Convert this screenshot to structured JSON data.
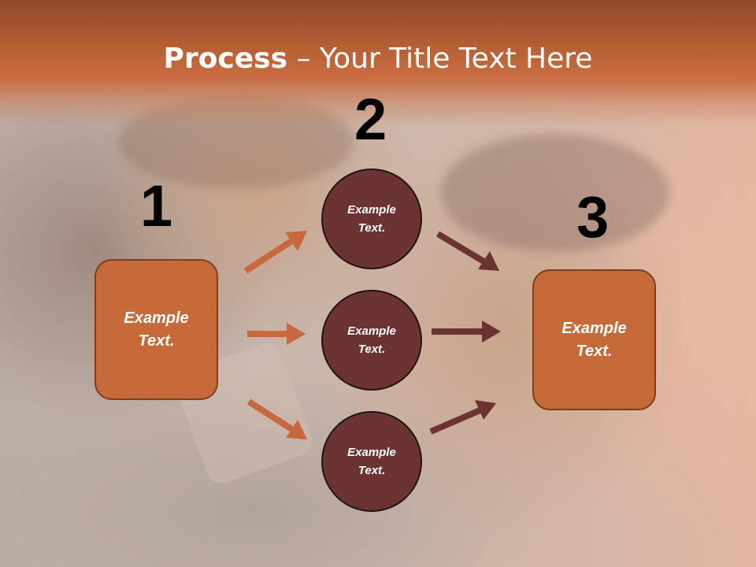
{
  "slide": {
    "title_bold": "Process",
    "title_rest": " – Your Title Text Here",
    "colors": {
      "title_bar": "#c86e42",
      "box_fill": "#c66a3a",
      "circle_fill": "#6b3331",
      "arrow_orange": "#c8683e",
      "arrow_dark": "#6b3331"
    }
  },
  "steps": [
    {
      "number": "1",
      "box_label": "Example\nText."
    },
    {
      "number": "2",
      "circles": [
        "Example\nText.",
        "Example\nText.",
        "Example\nText."
      ]
    },
    {
      "number": "3",
      "box_label": "Example\nText."
    }
  ],
  "step1_line1": "Example",
  "step1_line2": "Text.",
  "step3_line1": "Example",
  "step3_line2": "Text.",
  "circle_line1": "Example",
  "circle_line2": "Text."
}
